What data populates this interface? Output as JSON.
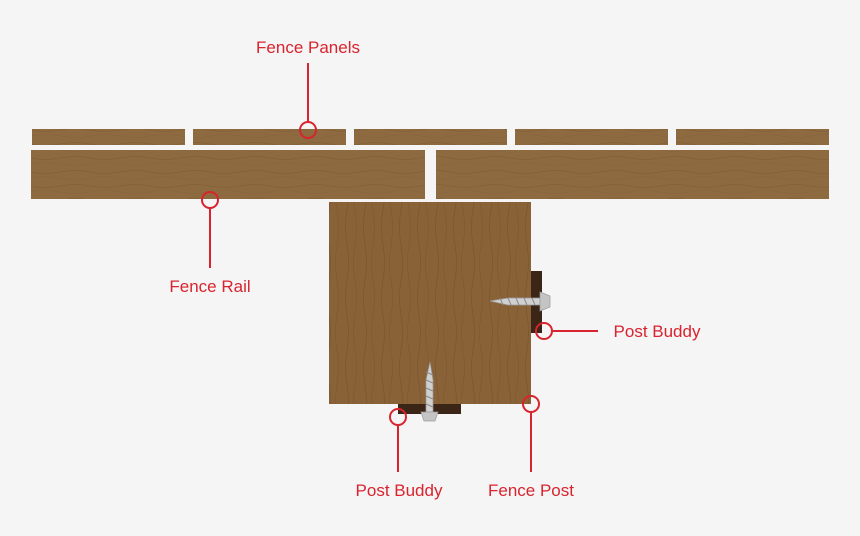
{
  "colors": {
    "background": "#f5f5f5",
    "wood": "#8e6a40",
    "wood_grain": "#6e4e2a",
    "post_buddy": "#3a2516",
    "screw": "#d0d0d0",
    "annotation": "#d9232e"
  },
  "labels": {
    "fence_panels": "Fence Panels",
    "fence_rail": "Fence Rail",
    "post_buddy_side": "Post Buddy",
    "post_buddy_bottom": "Post Buddy",
    "fence_post": "Fence Post"
  },
  "diagram": {
    "panel_count": 5,
    "rail_count": 2,
    "screw_count": 2
  }
}
